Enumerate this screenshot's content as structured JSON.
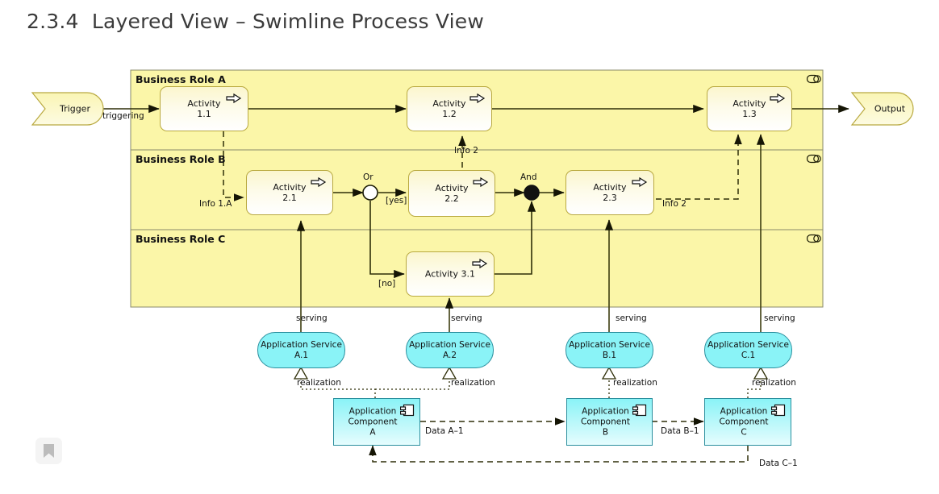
{
  "page": {
    "title": "2.3.4  Layered View – Swimline Process View",
    "bookmark_icon": "bookmark-icon"
  },
  "colors": {
    "lane_fill": "#fbf6a8",
    "lane_border": "#8a8a6a",
    "activity_border": "#b9a940",
    "activity_fill_top": "#fbf6cd",
    "app_service_fill": "#8af3f7",
    "app_border": "#2b8f9e",
    "line": "#3d3d10",
    "title_color": "#3b3b3b"
  },
  "lanes": [
    {
      "id": "lane-a",
      "label": "Business Role A",
      "icon": "business-role-icon"
    },
    {
      "id": "lane-b",
      "label": "Business Role B",
      "icon": "business-role-icon"
    },
    {
      "id": "lane-c",
      "label": "Business Role C",
      "icon": "business-role-icon"
    }
  ],
  "events": {
    "trigger": {
      "label": "Trigger",
      "icon": "business-event-icon"
    },
    "output": {
      "label": "Output",
      "icon": "business-event-icon"
    }
  },
  "activities": [
    {
      "id": "a11",
      "line1": "Activity",
      "line2": "1.1",
      "lane": "Business Role A",
      "icon": "process-arrow-icon"
    },
    {
      "id": "a12",
      "line1": "Activity",
      "line2": "1.2",
      "lane": "Business Role A",
      "icon": "process-arrow-icon"
    },
    {
      "id": "a13",
      "line1": "Activity",
      "line2": "1.3",
      "lane": "Business Role A",
      "icon": "process-arrow-icon"
    },
    {
      "id": "a21",
      "line1": "Activity",
      "line2": "2.1",
      "lane": "Business Role B",
      "icon": "process-arrow-icon"
    },
    {
      "id": "a22",
      "line1": "Activity",
      "line2": "2.2",
      "lane": "Business Role B",
      "icon": "process-arrow-icon"
    },
    {
      "id": "a23",
      "line1": "Activity",
      "line2": "2.3",
      "lane": "Business Role B",
      "icon": "process-arrow-icon"
    },
    {
      "id": "a31",
      "line1": "Activity 3.1",
      "line2": "",
      "lane": "Business Role C",
      "icon": "process-arrow-icon"
    }
  ],
  "junctions": [
    {
      "id": "jor",
      "label": "Or",
      "type": "or",
      "filled": false
    },
    {
      "id": "jand",
      "label": "And",
      "type": "and",
      "filled": true
    }
  ],
  "app_services": [
    {
      "id": "svc-a1",
      "line1": "Application Service",
      "line2": "A.1"
    },
    {
      "id": "svc-a2",
      "line1": "Application Service",
      "line2": "A.2"
    },
    {
      "id": "svc-b1",
      "line1": "Application Service",
      "line2": "B.1"
    },
    {
      "id": "svc-c1",
      "line1": "Application Service",
      "line2": "C.1"
    }
  ],
  "app_components": [
    {
      "id": "cmp-a",
      "line1": "Application",
      "line2": "Component",
      "line3": "A",
      "icon": "application-component-icon"
    },
    {
      "id": "cmp-b",
      "line1": "Application",
      "line2": "Component",
      "line3": "B",
      "icon": "application-component-icon"
    },
    {
      "id": "cmp-c",
      "line1": "Application",
      "line2": "Component",
      "line3": "C",
      "icon": "application-component-icon"
    }
  ],
  "flow_labels": {
    "triggering": "triggering",
    "info_1a": "Info 1.A",
    "info_2_up": "Info 2",
    "info_2_right": "Info 2",
    "yes": "[yes]",
    "no": "[no]",
    "serving_a1": "serving",
    "serving_a2": "serving",
    "serving_b1": "serving",
    "serving_c1": "serving",
    "realization_a1": "realization",
    "realization_a2": "realization",
    "realization_b1": "realization",
    "realization_c1": "realization",
    "data_a1": "Data A–1",
    "data_b1": "Data B–1",
    "data_c1": "Data C–1"
  }
}
